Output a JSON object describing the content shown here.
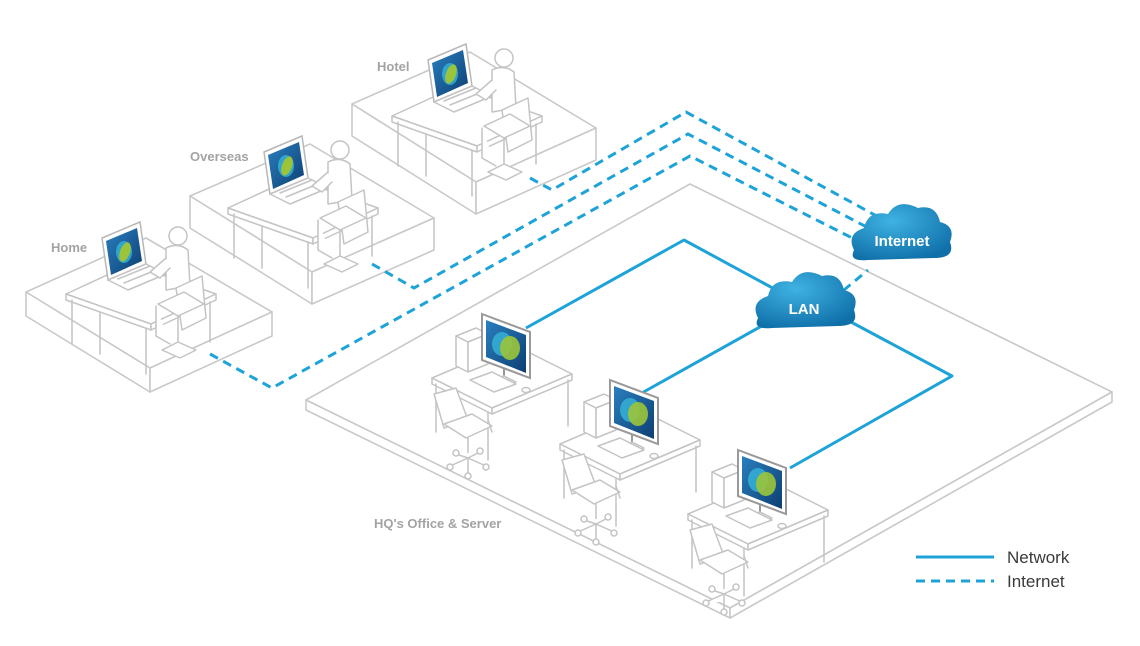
{
  "locations": {
    "home": "Home",
    "overseas": "Overseas",
    "hotel": "Hotel",
    "hq": "HQ's Office & Server"
  },
  "clouds": {
    "internet": "Internet",
    "lan": "LAN"
  },
  "legend": {
    "network": "Network",
    "internet": "Internet"
  },
  "colors": {
    "line": "#1ea3d8",
    "cloud": "#1789c0",
    "screen": "#1b5f9a",
    "logo_green": "#9bc43a",
    "outline": "#c4c4c4",
    "label": "#a3a3a3"
  }
}
